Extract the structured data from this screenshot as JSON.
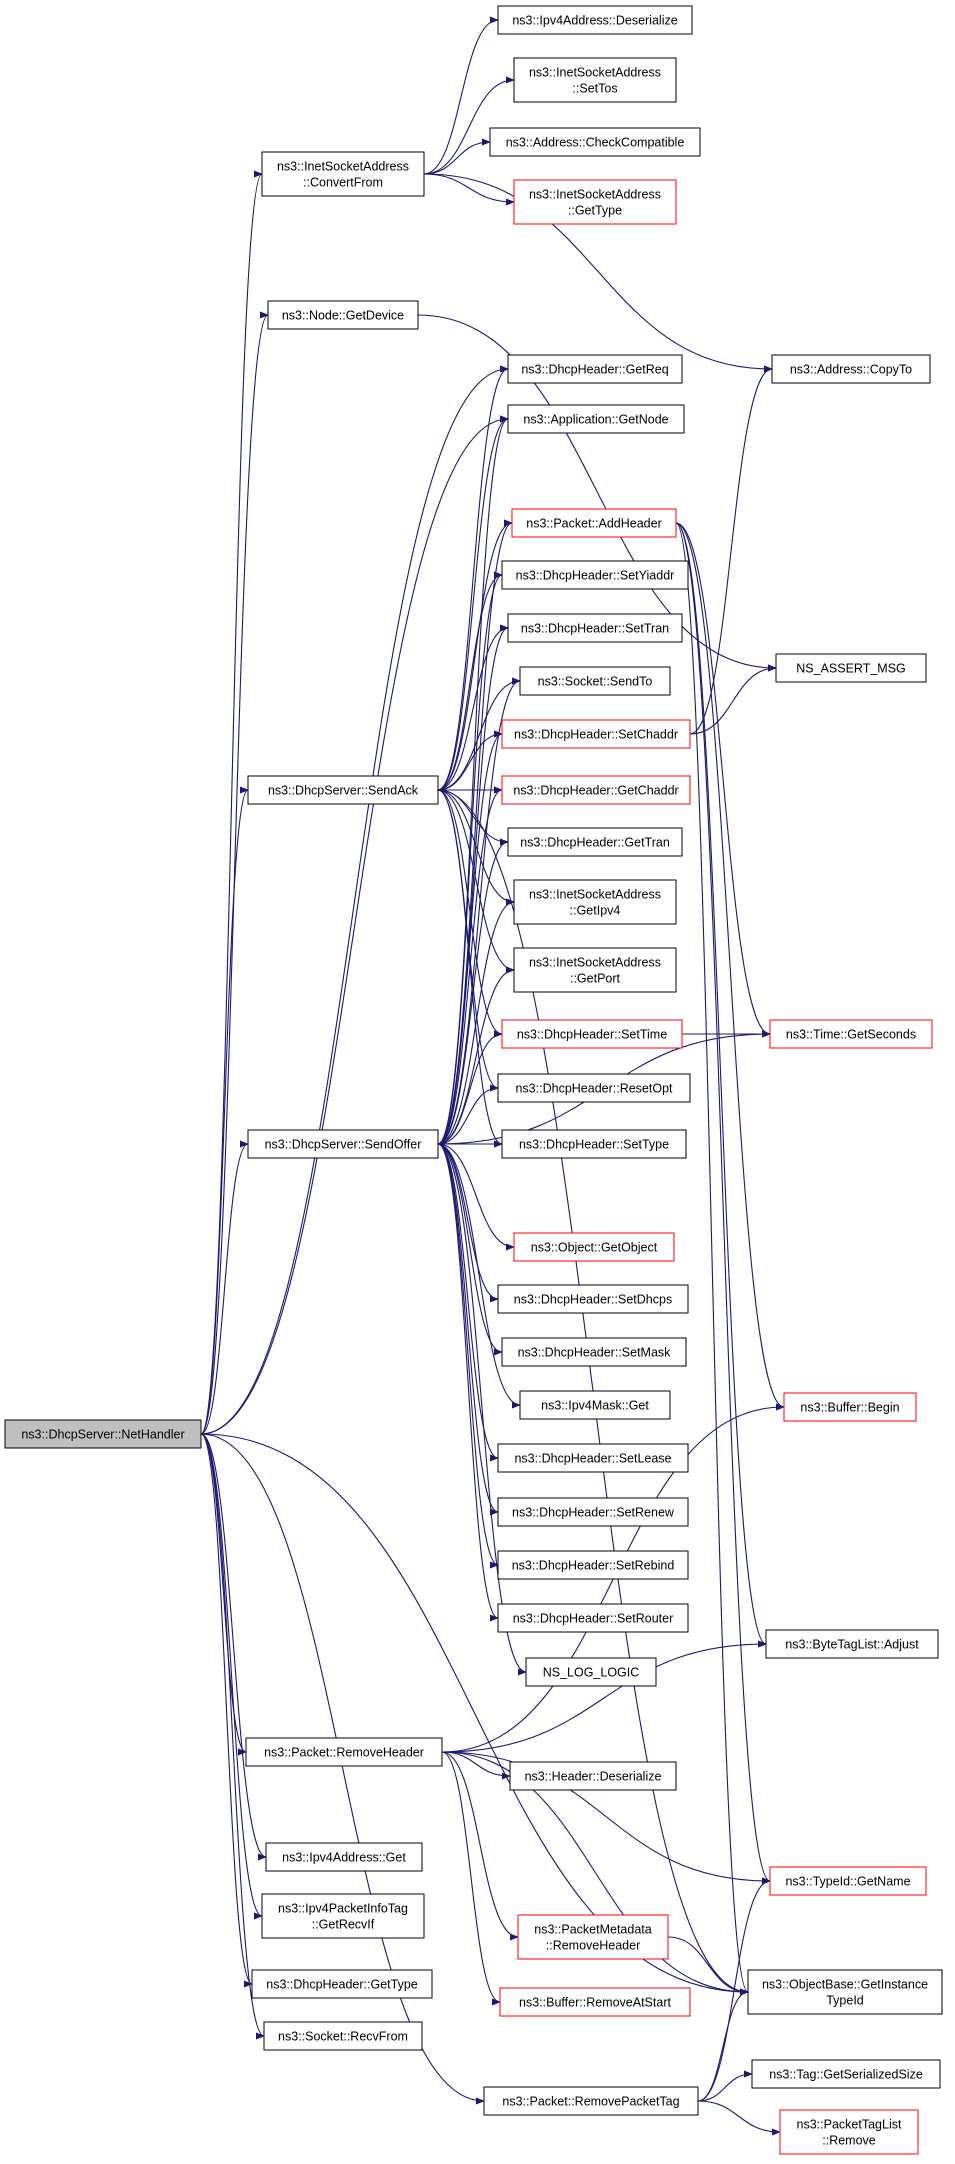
{
  "colors": {
    "edge": "#191970",
    "box_border": "#000000",
    "box_border_incomplete": "#ff0000",
    "root_fill": "#bfbfbf",
    "box_fill": "#ffffff"
  },
  "nodes": {
    "net_handler": {
      "lines": [
        "ns3::DhcpServer::NetHandler"
      ],
      "style": "root"
    },
    "ipv4_deserialize": {
      "lines": [
        "ns3::Ipv4Address::Deserialize"
      ],
      "style": "normal"
    },
    "inet_settos": {
      "lines": [
        "ns3::InetSocketAddress",
        "::SetTos"
      ],
      "style": "normal"
    },
    "addr_checkcompat": {
      "lines": [
        "ns3::Address::CheckCompatible"
      ],
      "style": "normal"
    },
    "inet_gettype": {
      "lines": [
        "ns3::InetSocketAddress",
        "::GetType"
      ],
      "style": "red"
    },
    "inet_convertfrom": {
      "lines": [
        "ns3::InetSocketAddress",
        "::ConvertFrom"
      ],
      "style": "normal"
    },
    "node_getdevice": {
      "lines": [
        "ns3::Node::GetDevice"
      ],
      "style": "normal"
    },
    "addr_copyto": {
      "lines": [
        "ns3::Address::CopyTo"
      ],
      "style": "normal"
    },
    "dh_getreq": {
      "lines": [
        "ns3::DhcpHeader::GetReq"
      ],
      "style": "normal"
    },
    "app_getnode": {
      "lines": [
        "ns3::Application::GetNode"
      ],
      "style": "normal"
    },
    "pkt_addheader": {
      "lines": [
        "ns3::Packet::AddHeader"
      ],
      "style": "red"
    },
    "dh_setyiaddr": {
      "lines": [
        "ns3::DhcpHeader::SetYiaddr"
      ],
      "style": "normal"
    },
    "dh_settran": {
      "lines": [
        "ns3::DhcpHeader::SetTran"
      ],
      "style": "normal"
    },
    "ns_assert_msg": {
      "lines": [
        "NS_ASSERT_MSG"
      ],
      "style": "normal"
    },
    "sock_sendto": {
      "lines": [
        "ns3::Socket::SendTo"
      ],
      "style": "normal"
    },
    "dh_setchaddr": {
      "lines": [
        "ns3::DhcpHeader::SetChaddr"
      ],
      "style": "red"
    },
    "ds_sendack": {
      "lines": [
        "ns3::DhcpServer::SendAck"
      ],
      "style": "normal"
    },
    "dh_getchaddr": {
      "lines": [
        "ns3::DhcpHeader::GetChaddr"
      ],
      "style": "red"
    },
    "dh_gettran": {
      "lines": [
        "ns3::DhcpHeader::GetTran"
      ],
      "style": "normal"
    },
    "inet_getipv4": {
      "lines": [
        "ns3::InetSocketAddress",
        "::GetIpv4"
      ],
      "style": "normal"
    },
    "inet_getport": {
      "lines": [
        "ns3::InetSocketAddress",
        "::GetPort"
      ],
      "style": "normal"
    },
    "dh_settime": {
      "lines": [
        "ns3::DhcpHeader::SetTime"
      ],
      "style": "red"
    },
    "time_getseconds": {
      "lines": [
        "ns3::Time::GetSeconds"
      ],
      "style": "red"
    },
    "dh_resetopt": {
      "lines": [
        "ns3::DhcpHeader::ResetOpt"
      ],
      "style": "normal"
    },
    "ds_sendoffer": {
      "lines": [
        "ns3::DhcpServer::SendOffer"
      ],
      "style": "normal"
    },
    "dh_settype": {
      "lines": [
        "ns3::DhcpHeader::SetType"
      ],
      "style": "normal"
    },
    "obj_getobject": {
      "lines": [
        "ns3::Object::GetObject"
      ],
      "style": "red"
    },
    "dh_setdhcps": {
      "lines": [
        "ns3::DhcpHeader::SetDhcps"
      ],
      "style": "normal"
    },
    "dh_setmask": {
      "lines": [
        "ns3::DhcpHeader::SetMask"
      ],
      "style": "normal"
    },
    "ipv4mask_get": {
      "lines": [
        "ns3::Ipv4Mask::Get"
      ],
      "style": "normal"
    },
    "buf_begin": {
      "lines": [
        "ns3::Buffer::Begin"
      ],
      "style": "red"
    },
    "dh_setlease": {
      "lines": [
        "ns3::DhcpHeader::SetLease"
      ],
      "style": "normal"
    },
    "dh_setrenew": {
      "lines": [
        "ns3::DhcpHeader::SetRenew"
      ],
      "style": "normal"
    },
    "dh_setrebind": {
      "lines": [
        "ns3::DhcpHeader::SetRebind"
      ],
      "style": "normal"
    },
    "dh_setrouter": {
      "lines": [
        "ns3::DhcpHeader::SetRouter"
      ],
      "style": "normal"
    },
    "btl_adjust": {
      "lines": [
        "ns3::ByteTagList::Adjust"
      ],
      "style": "normal"
    },
    "ns_log_logic": {
      "lines": [
        "NS_LOG_LOGIC"
      ],
      "style": "normal"
    },
    "pkt_removeheader": {
      "lines": [
        "ns3::Packet::RemoveHeader"
      ],
      "style": "normal"
    },
    "hdr_deserialize": {
      "lines": [
        "ns3::Header::Deserialize"
      ],
      "style": "normal"
    },
    "ipv4addr_get": {
      "lines": [
        "ns3::Ipv4Address::Get"
      ],
      "style": "normal"
    },
    "typeid_getname": {
      "lines": [
        "ns3::TypeId::GetName"
      ],
      "style": "red"
    },
    "ipv4pit_getrecvif": {
      "lines": [
        "ns3::Ipv4PacketInfoTag",
        "::GetRecvIf"
      ],
      "style": "normal"
    },
    "pm_removeheader": {
      "lines": [
        "ns3::PacketMetadata",
        "::RemoveHeader"
      ],
      "style": "red"
    },
    "dh_gettype": {
      "lines": [
        "ns3::DhcpHeader::GetType"
      ],
      "style": "normal"
    },
    "ob_getinstancetypeid": {
      "lines": [
        "ns3::ObjectBase::GetInstance",
        "TypeId"
      ],
      "style": "normal"
    },
    "buf_removeatstart": {
      "lines": [
        "ns3::Buffer::RemoveAtStart"
      ],
      "style": "red"
    },
    "sock_recvfrom": {
      "lines": [
        "ns3::Socket::RecvFrom"
      ],
      "style": "normal"
    },
    "tag_getserializedsize": {
      "lines": [
        "ns3::Tag::GetSerializedSize"
      ],
      "style": "normal"
    },
    "pkt_removepackettag": {
      "lines": [
        "ns3::Packet::RemovePacketTag"
      ],
      "style": "normal"
    },
    "ptl_remove": {
      "lines": [
        "ns3::PacketTagList",
        "::Remove"
      ],
      "style": "red"
    }
  }
}
